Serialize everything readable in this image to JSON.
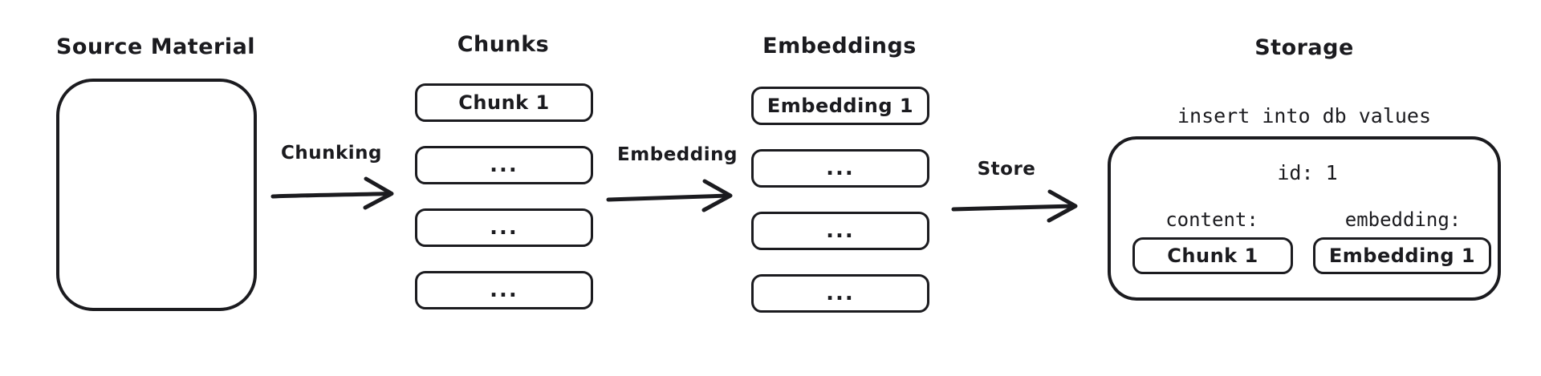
{
  "diagram": {
    "title_hidden": "RAG ingestion pipeline",
    "background": "#ffffff",
    "stroke": "#1b1b1f"
  },
  "columns": {
    "source": {
      "title": "Source Material",
      "box_content": ""
    },
    "chunks": {
      "title": "Chunks",
      "items": [
        {
          "label": "Chunk 1"
        },
        {
          "label": "..."
        },
        {
          "label": "..."
        },
        {
          "label": "..."
        }
      ]
    },
    "embeddings": {
      "title": "Embeddings",
      "items": [
        {
          "label": "Embedding 1"
        },
        {
          "label": "..."
        },
        {
          "label": "..."
        },
        {
          "label": "..."
        }
      ]
    },
    "storage": {
      "title": "Storage",
      "query": "insert into db values",
      "record": {
        "id_line": "id: 1",
        "fields": [
          {
            "label": "content:",
            "value": "Chunk 1"
          },
          {
            "label": "embedding:",
            "value": "Embedding 1"
          }
        ]
      }
    }
  },
  "edges": [
    {
      "label": "Chunking",
      "from": "source",
      "to": "chunks"
    },
    {
      "label": "Embedding",
      "from": "chunks",
      "to": "embeddings"
    },
    {
      "label": "Store",
      "from": "embeddings",
      "to": "storage"
    }
  ]
}
